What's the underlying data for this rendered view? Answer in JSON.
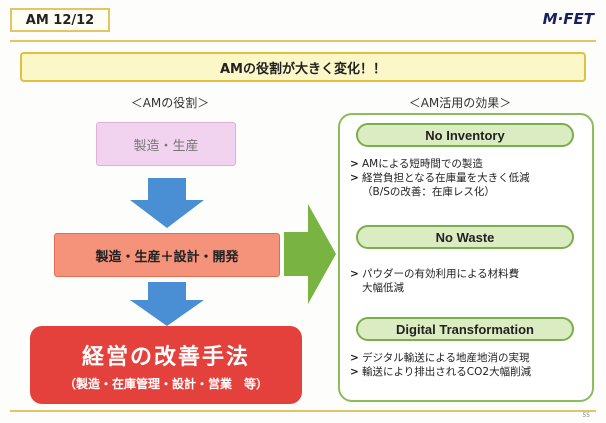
{
  "header": {
    "section_label": "AM 12/12",
    "logo_text": "M·FET"
  },
  "banner": {
    "text": "AMの役割が大きく変化！！"
  },
  "left": {
    "heading": "＜AMの役割＞",
    "box_manufacturing": "製造・生産",
    "box_design": "製造・生産＋設計・開発",
    "box_improvement_title": "経営の改善手法",
    "box_improvement_sub": "（製造・在庫管理・設計・営業　等）"
  },
  "right": {
    "heading": "＜AM活用の効果＞",
    "effects": [
      {
        "title": "No Inventory",
        "bullets": [
          "AMによる短時間での製造",
          "経営負担となる在庫量を大きく低減"
        ],
        "note": "（B/Sの改善：在庫レス化）"
      },
      {
        "title": "No Waste",
        "bullets": [
          "パウダーの有効利用による材料費"
        ],
        "note": "大幅低減"
      },
      {
        "title": "Digital Transformation",
        "bullets": [
          "デジタル輸送による地産地消の実現",
          "輸送により排出されるCO2大幅削減"
        ]
      }
    ]
  },
  "footer": {
    "page_number": "55"
  },
  "colors": {
    "accent_gold": "#e3c565",
    "arrow_blue": "#4a8fd4",
    "arrow_green": "#79b443",
    "panel_green": "#8bbd5a",
    "improve_red": "#e4403c"
  }
}
